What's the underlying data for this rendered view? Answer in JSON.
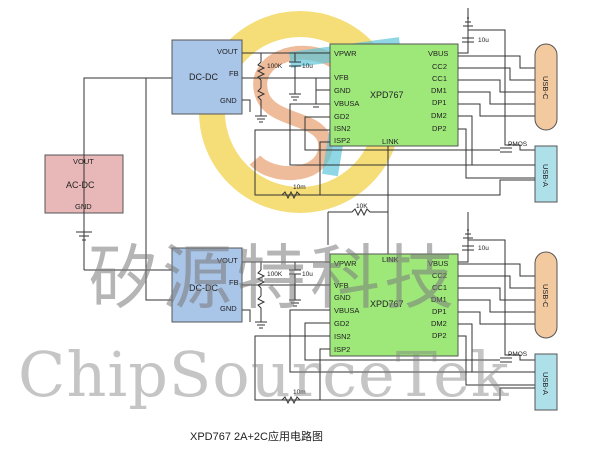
{
  "caption": "XPD767 2A+2C应用电路图",
  "watermark": {
    "cn": "矽源特科技",
    "en": "ChipSourceTek"
  },
  "acdc": {
    "name": "AC-DC",
    "vout": "VOUT",
    "gnd": "GND",
    "fill": "#e8b8b8"
  },
  "dcdc_fill": "#a9c5e8",
  "xpd_fill": "#9ee87a",
  "usbc_fill": "#f3c9a0",
  "usba_fill": "#aee0ea",
  "logo": {
    "ring": "#f2d24a",
    "s_color": "#e8a070",
    "t_color": "#5fc6d8"
  },
  "top": {
    "dcdc": {
      "name": "DC-DC",
      "vout": "VOUT",
      "fb": "FB",
      "gnd": "GND"
    },
    "xpd": {
      "name": "XPD767",
      "left_pins": [
        "VPWR",
        "VFB",
        "GND",
        "VBUSA",
        "GD2",
        "ISN2",
        "ISP2"
      ],
      "right_pins": [
        "VBUS",
        "CC2",
        "CC1",
        "DM1",
        "DP1",
        "DM2",
        "DP2"
      ],
      "bottom_pin": "LINK"
    },
    "r_fb": "100K",
    "c_fb": "10u",
    "c_vbus": "10u",
    "r_sense": "10m",
    "pmos": "PMOS",
    "usbc": "USB-C",
    "usba": "USB-A"
  },
  "link_resistor": "10K",
  "bottom": {
    "dcdc": {
      "name": "DC-DC",
      "vout": "VOUT",
      "fb": "FB",
      "gnd": "GND"
    },
    "xpd": {
      "name": "XPD767",
      "left_pins": [
        "VPWR",
        "VFB",
        "GND",
        "VBUSA",
        "GD2",
        "ISN2",
        "ISP2"
      ],
      "right_pins": [
        "VBUS",
        "CC2",
        "CC1",
        "DM1",
        "DP1",
        "DM2",
        "DP2"
      ],
      "top_pin": "LINK"
    },
    "r_fb": "100K",
    "c_fb": "10u",
    "c_vbus": "10u",
    "r_sense": "10m",
    "pmos": "PMOS",
    "usbc": "USB-C",
    "usba": "USB-A"
  }
}
